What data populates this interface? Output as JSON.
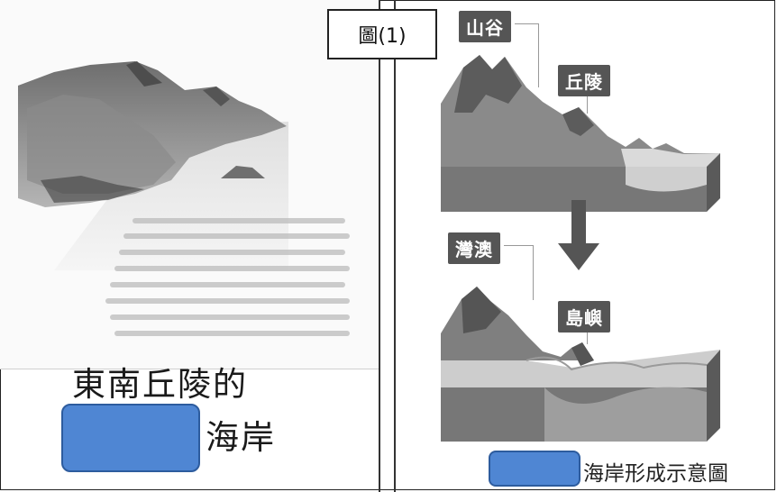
{
  "figure_label": "圖(1)",
  "left": {
    "caption_line1": "東南丘陵的",
    "caption_line2": "海岸"
  },
  "right": {
    "labels": {
      "valley": "山谷",
      "hills": "丘陵",
      "bay": "灣澳",
      "islands": "島嶼"
    },
    "caption": "海岸形成示意圖"
  },
  "colors": {
    "mask": "#4f86d3",
    "tag_bg": "#555555",
    "arrow": "#555555"
  }
}
